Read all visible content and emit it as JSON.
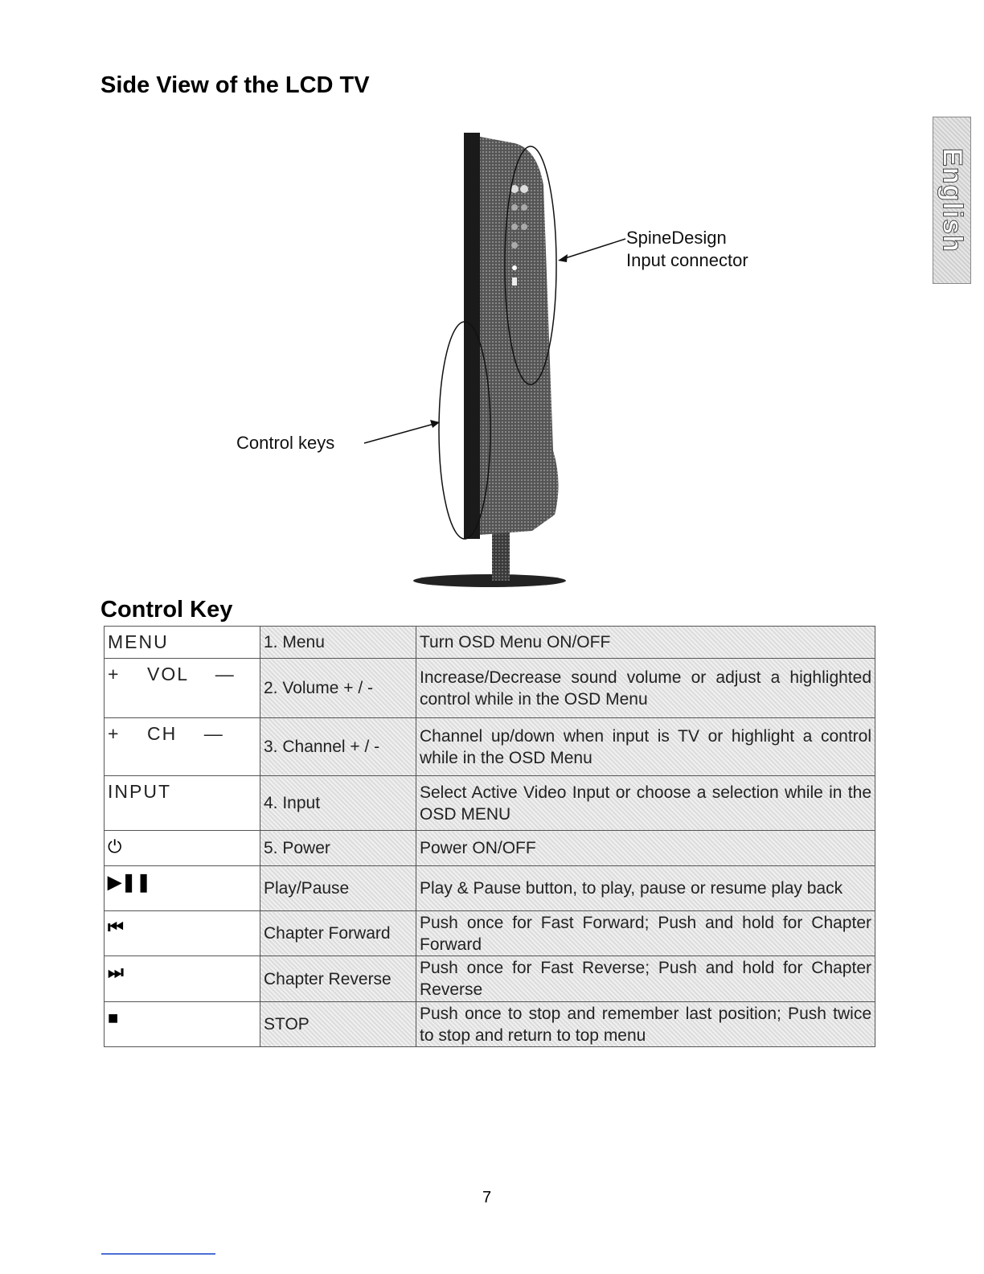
{
  "section1": {
    "title": "Side View of the LCD TV"
  },
  "language_tab": "English",
  "figure": {
    "spine_label_line1": "SpineDesign",
    "spine_label_line2": "Input connector",
    "control_keys_label": "Control keys"
  },
  "section2": {
    "title": "Control Key"
  },
  "control_table": [
    {
      "key": "MENU",
      "name": "1. Menu",
      "desc": "Turn OSD Menu ON/OFF"
    },
    {
      "key": "+    VOL    —",
      "name": "2. Volume + / -",
      "desc": "Increase/Decrease sound volume or adjust a highlighted control while in the OSD Menu"
    },
    {
      "key": "+    CH    —",
      "name": "3. Channel + / -",
      "desc": "Channel up/down when input is TV or highlight a control while in the OSD Menu"
    },
    {
      "key": "INPUT",
      "name": "4. Input",
      "desc": "Select Active Video Input or choose a selection while in the OSD MENU"
    },
    {
      "key": "⏻",
      "name": "5. Power",
      "desc": "Power ON/OFF"
    },
    {
      "key": "▶❚❚",
      "name": "Play/Pause",
      "desc": "Play & Pause button, to play, pause or resume play back"
    },
    {
      "key": "⏮",
      "name": "Chapter Forward",
      "desc": "Push once for Fast Forward; Push and hold for Chapter Forward"
    },
    {
      "key": "⏭",
      "name": "Chapter Reverse",
      "desc": "Push once for Fast Reverse; Push and hold for Chapter Reverse"
    },
    {
      "key": "■",
      "name": "STOP",
      "desc": "Push once to stop and remember last position; Push twice to stop and return to top menu"
    }
  ],
  "page_number": "7"
}
